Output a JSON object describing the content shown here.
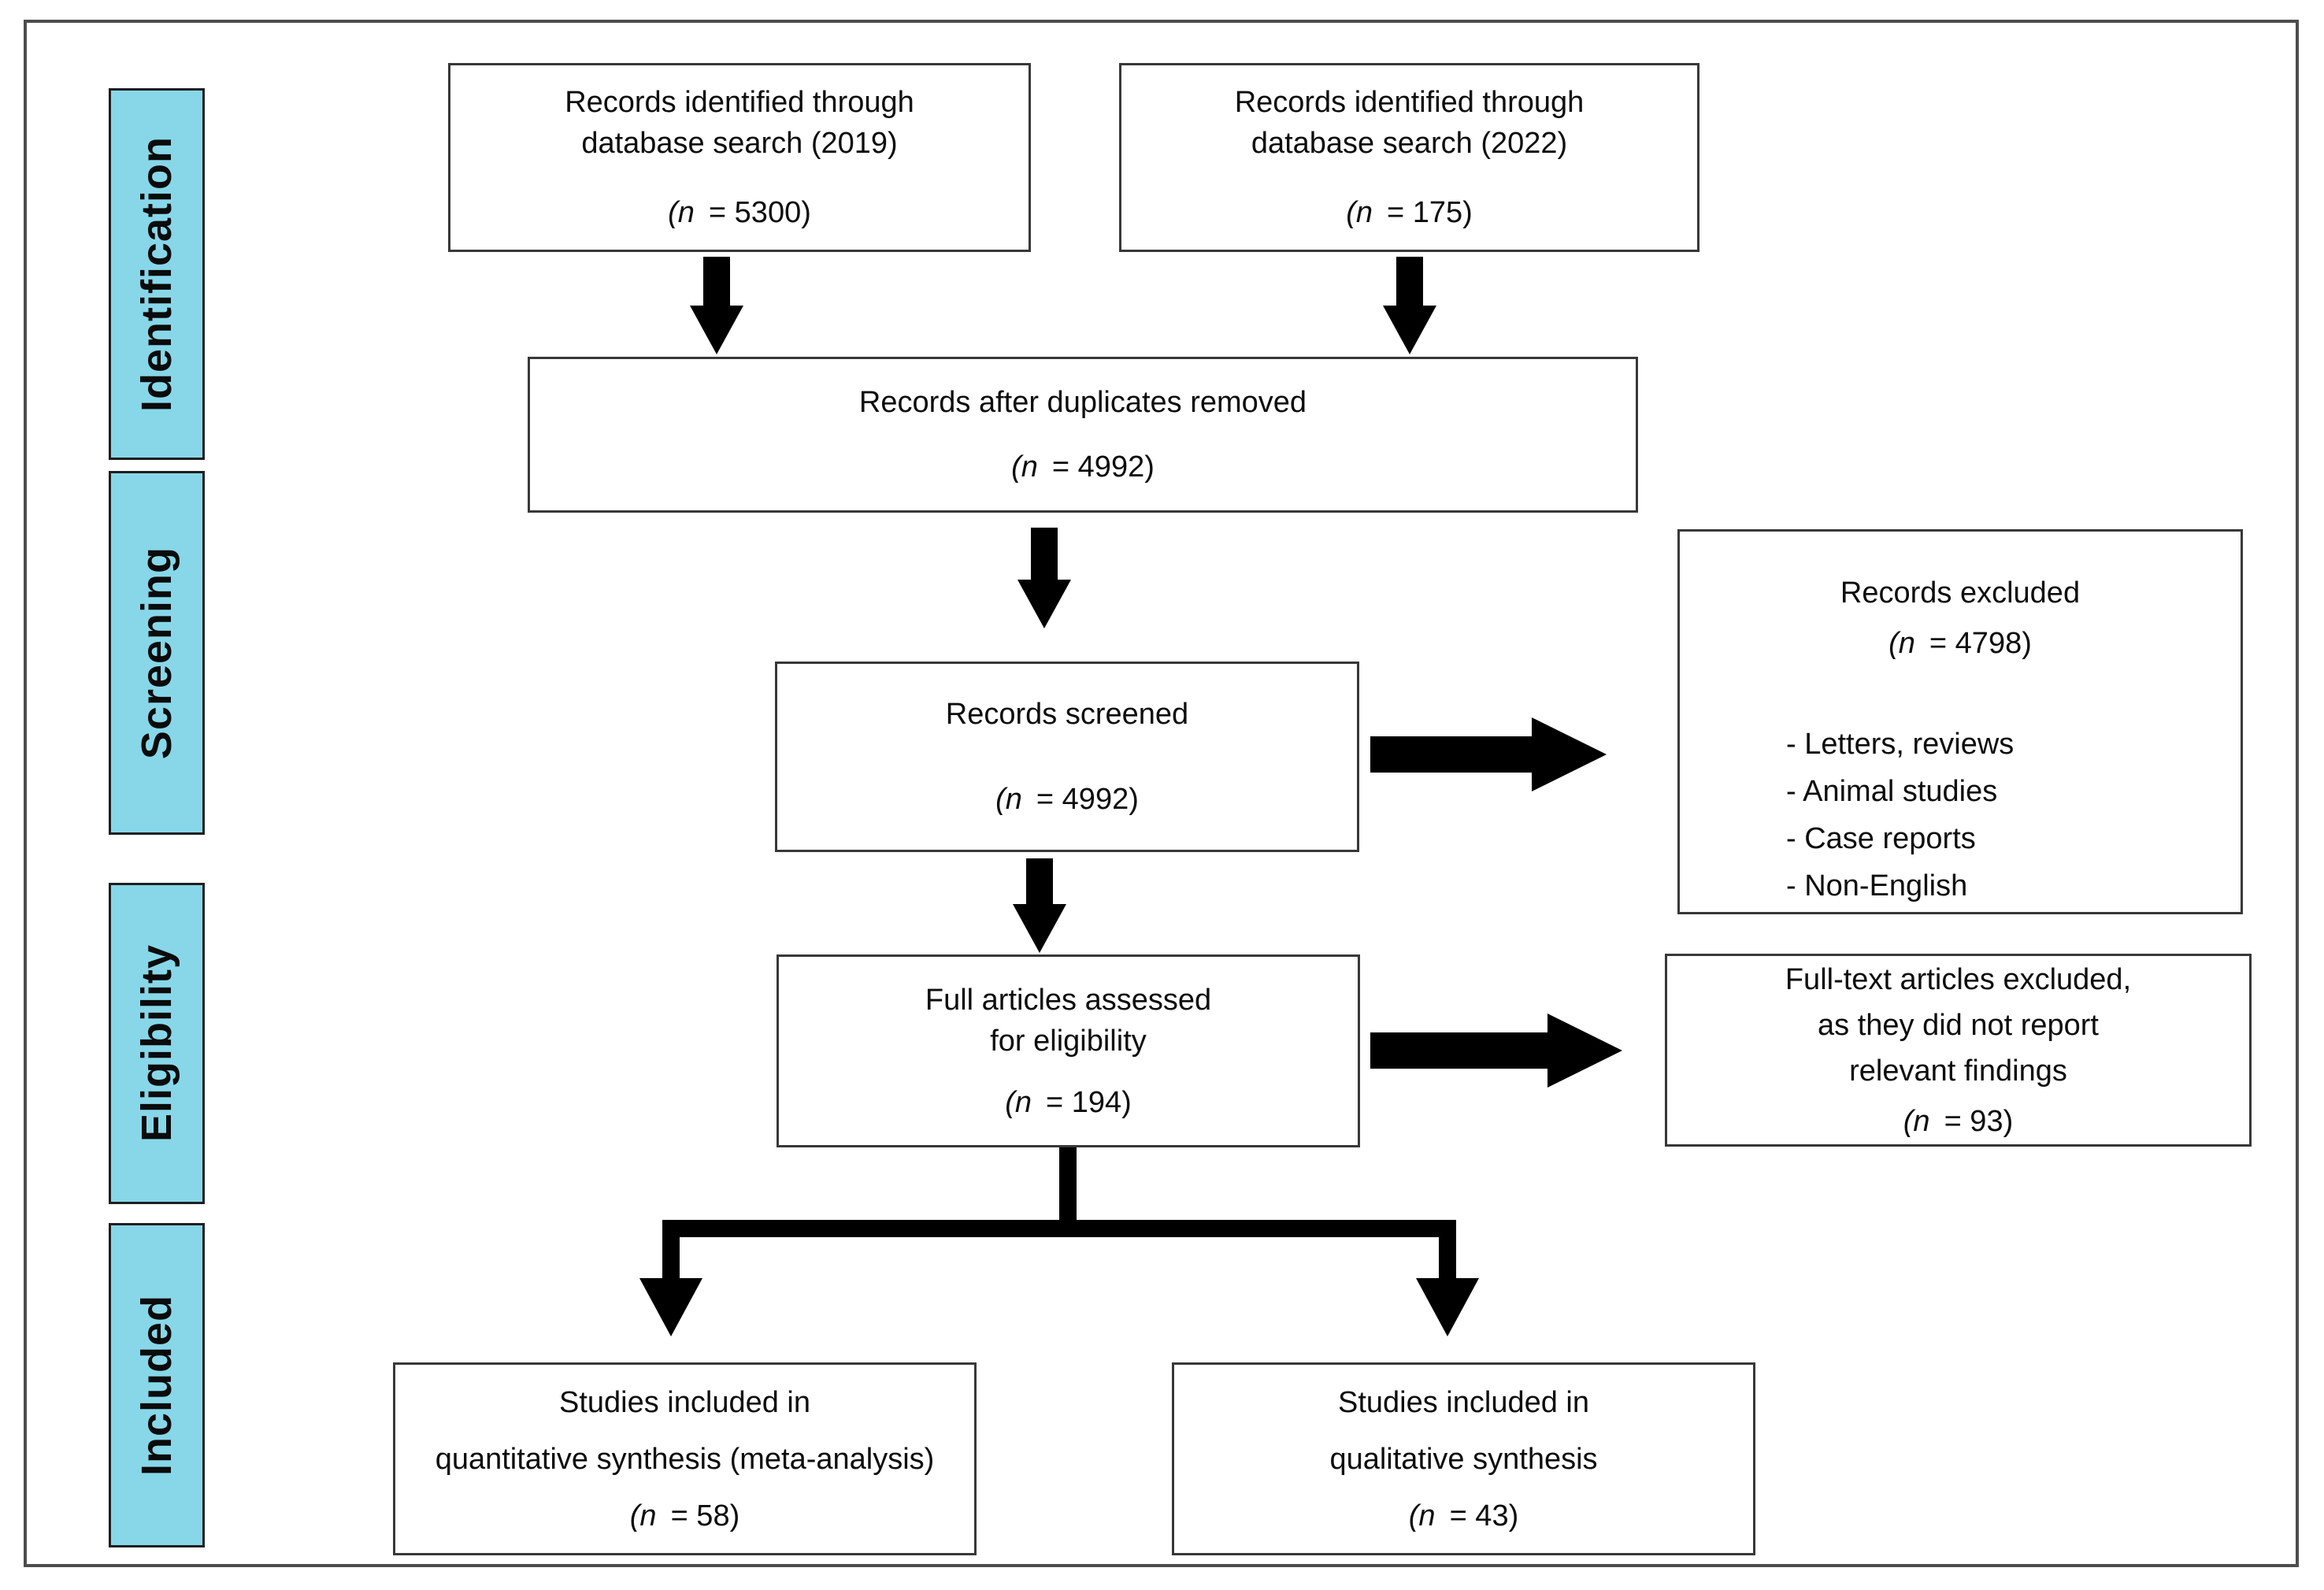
{
  "palette": {
    "background": "#ffffff",
    "frame_border": "#4d4d4d",
    "box_border": "#383838",
    "stage_fill": "#87d7e9",
    "stage_border": "#1f1f1f",
    "arrow_color": "#000000"
  },
  "stages": [
    {
      "label": "Identification"
    },
    {
      "label": "Screening"
    },
    {
      "label": "Eligibility"
    },
    {
      "label": "Included"
    }
  ],
  "boxes": {
    "identified_2019": {
      "lines": [
        "Records identified through",
        "database search (2019)"
      ],
      "n_prefix": "(n",
      "n_rest": "= 5300)"
    },
    "identified_2022": {
      "lines": [
        "Records identified through",
        "database search (2022)"
      ],
      "n_prefix": "(n",
      "n_rest": "= 175)"
    },
    "duplicates_removed": {
      "lines": [
        "Records after duplicates removed"
      ],
      "n_prefix": "(n",
      "n_rest": "= 4992)"
    },
    "records_screened": {
      "lines": [
        "Records screened"
      ],
      "n_prefix": "(n",
      "n_rest": "= 4992)"
    },
    "records_excluded": {
      "lines": [
        "Records excluded"
      ],
      "n_prefix": "(n",
      "n_rest": "= 4798)",
      "bullets": [
        "- Letters, reviews",
        "- Animal studies",
        "- Case reports",
        "- Non-English"
      ]
    },
    "full_articles": {
      "lines": [
        "Full articles assessed",
        "for eligibility"
      ],
      "n_prefix": "(n",
      "n_rest": "= 194)"
    },
    "fulltext_excluded": {
      "lines": [
        "Full-text articles excluded,",
        "as they did not report",
        "relevant findings"
      ],
      "n_prefix": "(n",
      "n_rest": "= 93)"
    },
    "quantitative": {
      "lines": [
        "Studies included in",
        "quantitative synthesis (meta-analysis)"
      ],
      "n_prefix": "(n",
      "n_rest": "= 58)"
    },
    "qualitative": {
      "lines": [
        "Studies included in",
        "qualitative synthesis"
      ],
      "n_prefix": "(n",
      "n_rest": "= 43)"
    }
  }
}
